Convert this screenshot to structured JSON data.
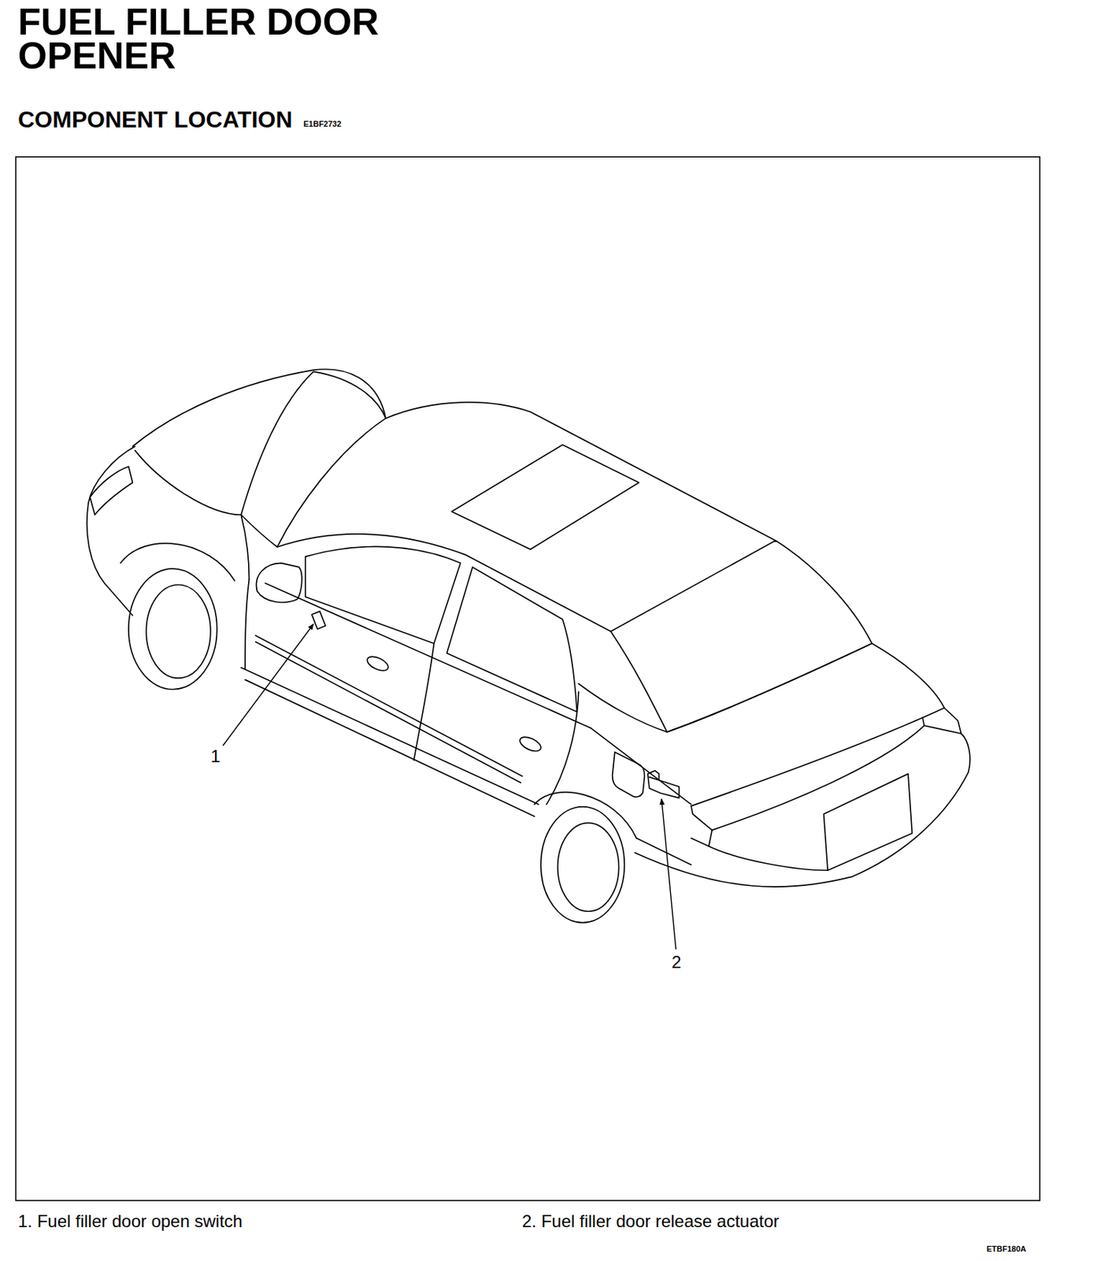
{
  "diagram": {
    "title": "FUEL FILLER DOOR OPENER",
    "labels": [
      "COMPONENT LOCATION",
      "E1BF2732",
      "1",
      "2",
      "1. Fuel filler door open switch",
      "2. Fuel filler door release actuator",
      "ETBF180A"
    ]
  }
}
